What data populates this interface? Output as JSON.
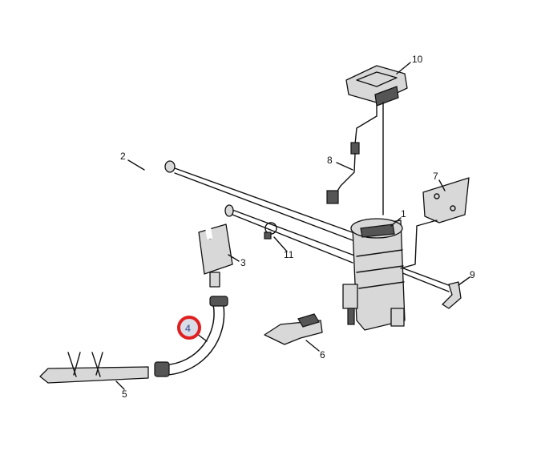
{
  "diagram": {
    "highlight_color": "#e02020",
    "highlighted_part": "4",
    "labels": {
      "p1": "1",
      "p2": "2",
      "p3": "3",
      "p4": "4",
      "p5": "5",
      "p6": "6",
      "p7": "7",
      "p8": "8",
      "p9": "9",
      "p10": "10",
      "p11": "11"
    }
  }
}
